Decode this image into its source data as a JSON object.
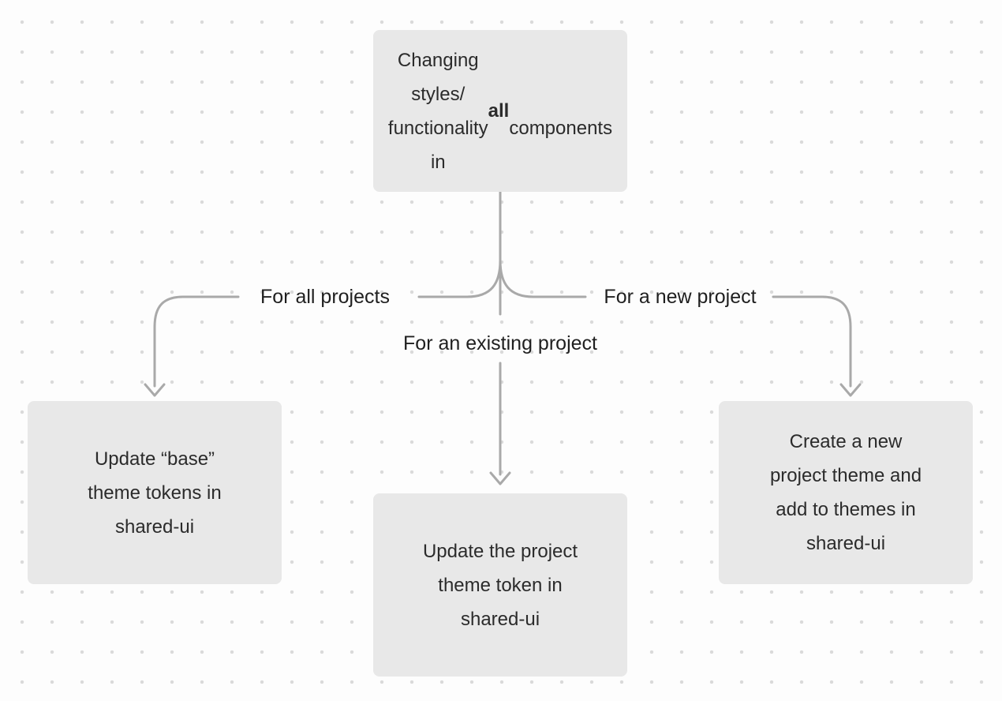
{
  "diagram": {
    "root_node": {
      "text_before_bold": "Changing styles/\nfunctionality in ",
      "bold_text": "all",
      "text_after_bold": "\ncomponents"
    },
    "branch_labels": {
      "all_projects": "For all projects",
      "existing_project": "For an existing project",
      "new_project": "For a new project"
    },
    "outcome_nodes": {
      "all_projects": "Update “base”\ntheme tokens in\nshared-ui",
      "existing_project": "Update the project\ntheme token in\nshared-ui",
      "new_project": "Create a new\nproject theme and\nadd to themes in\nshared-ui"
    },
    "colors": {
      "background": "#fdfdfd",
      "dot_grid": "#dadada",
      "node_fill": "#e8e8e8",
      "node_text": "#2b2b2b",
      "connector": "#a9a9a9"
    }
  }
}
